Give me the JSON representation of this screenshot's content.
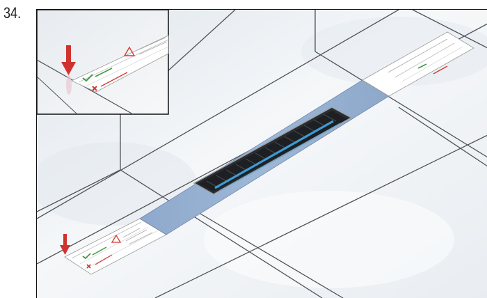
{
  "step": {
    "number": "34."
  },
  "figure": {
    "main_view": "installation-illustration",
    "inset_view": "detail-inset"
  },
  "colors": {
    "channel_cover": "#93afd2",
    "protective_label": "#ffffff",
    "marker_arrow": "#d0322e",
    "check_mark": "#3f9a45",
    "cross_mark": "#d23a34",
    "tile_grout": "#4e5357",
    "drain_grate": "#1d1f22",
    "drain_insert": "#3d9bd4"
  }
}
